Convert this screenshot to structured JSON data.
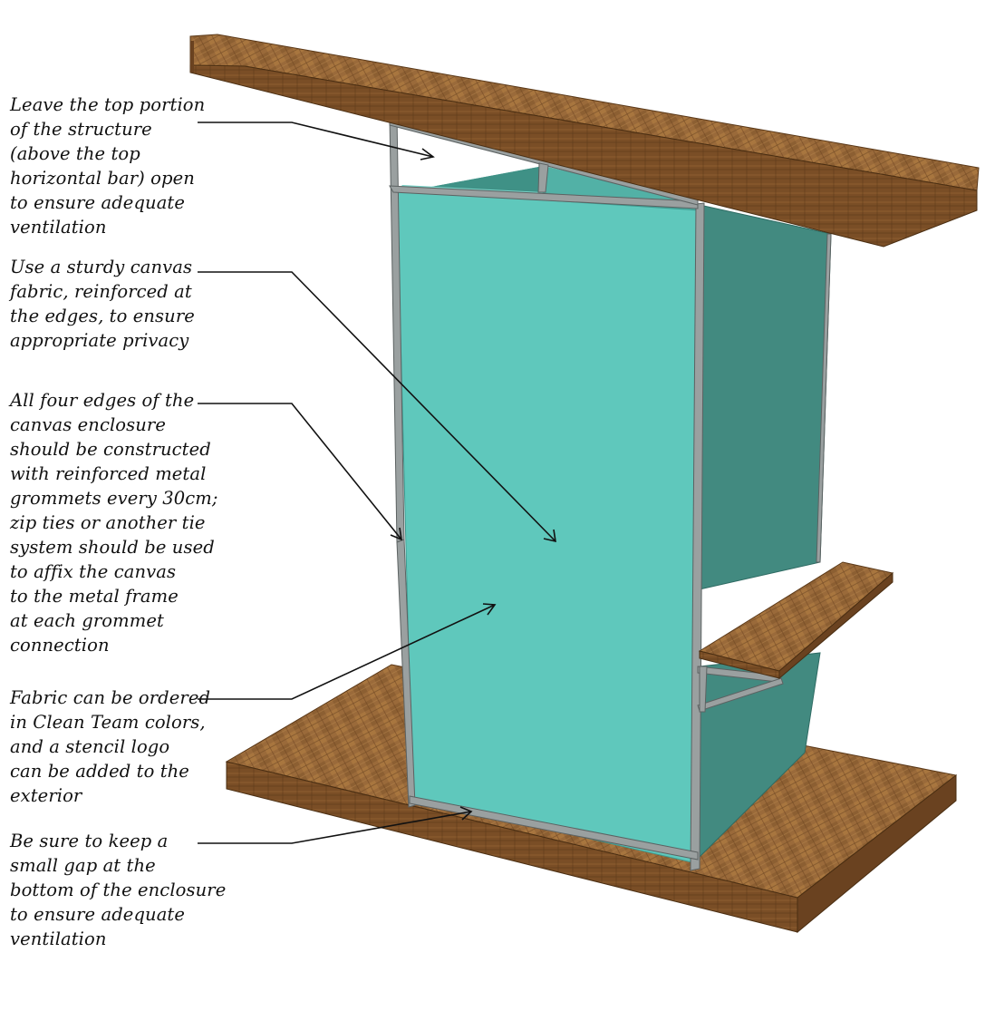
{
  "annotations": [
    {
      "id": "ventilation-top",
      "text": "Leave the top portion\nof the structure\n(above the top\nhorizontal bar) open\nto ensure adequate\nventilation"
    },
    {
      "id": "canvas-fabric",
      "text": "Use a sturdy canvas\nfabric, reinforced at\nthe edges, to ensure\nappropriate privacy"
    },
    {
      "id": "grommets",
      "text": "All four edges of the\ncanvas enclosure\nshould be constructed\nwith reinforced metal\ngrommets every 30cm;\nzip ties or another tie\nsystem should be used\nto affix the canvas\nto the metal frame\nat each grommet\nconnection"
    },
    {
      "id": "fabric-colors",
      "text": "Fabric can be ordered\nin Clean Team colors,\nand a stencil logo\ncan be added to the\nexterior"
    },
    {
      "id": "bottom-gap",
      "text": "Be sure to keep a\nsmall gap at the\nbottom of the enclosure\nto ensure adequate\nventilation"
    }
  ],
  "colors": {
    "wood_top": "#9a6a3a",
    "wood_side": "#7a4e26",
    "wood_grain": "#6b4220",
    "canvas_front": "#5fc8bc",
    "canvas_side": "#428a80",
    "canvas_inner": "#52b1a6",
    "frame": "#9aa0a0",
    "frame_edge": "#5c6262",
    "leader": "#111111"
  }
}
